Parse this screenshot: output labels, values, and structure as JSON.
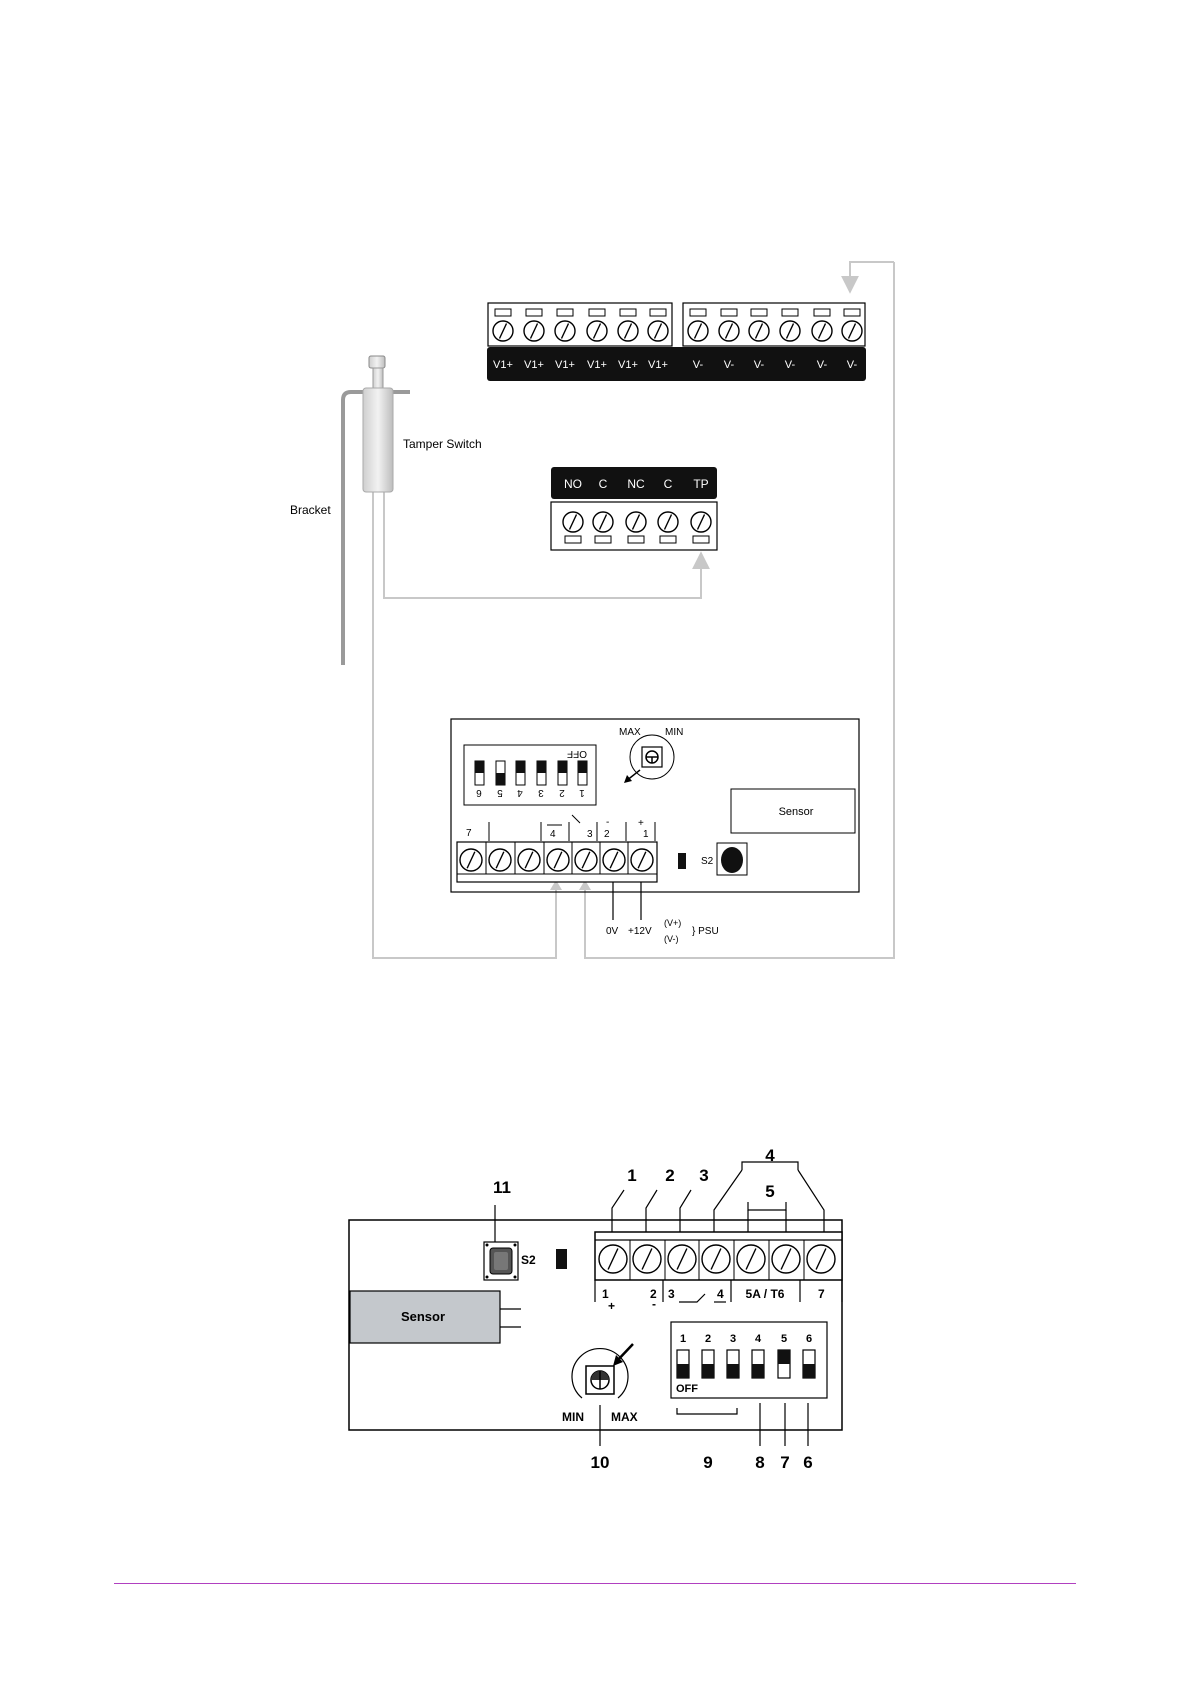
{
  "top_diagram": {
    "terminal_strip_v_plus": [
      "V1+",
      "V1+",
      "V1+",
      "V1+",
      "V1+",
      "V1+"
    ],
    "terminal_strip_v_minus": [
      "V-",
      "V-",
      "V-",
      "V-",
      "V-",
      "V-"
    ],
    "tamper_switch_label": "Tamper Switch",
    "bracket_label": "Bracket",
    "relay_terminals": [
      "NO",
      "C",
      "NC",
      "C",
      "TP"
    ],
    "board": {
      "dip_off_label": "OFF",
      "dip_numbers": [
        "6",
        "5",
        "4",
        "3",
        "2",
        "1"
      ],
      "pot_max_label": "MAX",
      "pot_min_label": "MIN",
      "sensor_label": "Sensor",
      "s2_label": "S2",
      "terminal_labels": {
        "t7": "7",
        "t4": "4",
        "t3": "3",
        "t2": "2",
        "t1": "1",
        "minus": "-",
        "plus": "+"
      },
      "psu_labels": {
        "zero_v": "0V",
        "plus_12v": "+12V",
        "v_plus": "(V+)",
        "v_minus": "(V-)",
        "psu": "} PSU"
      }
    }
  },
  "bottom_diagram": {
    "callouts": [
      "1",
      "2",
      "3",
      "4",
      "5",
      "11",
      "10",
      "9",
      "8",
      "7",
      "6"
    ],
    "s2_label": "S2",
    "sensor_label": "Sensor",
    "terminal_labels": {
      "t1": "1",
      "plus": "+",
      "t2": "2",
      "minus": "-",
      "t3": "3",
      "t4": "4",
      "five_a": "5A / T6",
      "t7": "7"
    },
    "dip_numbers": [
      "1",
      "2",
      "3",
      "4",
      "5",
      "6"
    ],
    "dip_off_label": "OFF",
    "pot_min_label": "MIN",
    "pot_max_label": "MAX"
  },
  "colors": {
    "line": "#000000",
    "gray_wire": "#c8c8c8",
    "black_label_bar": "#111111",
    "sensor_fill_bottom": "#c4c8cc",
    "footer_rule": "#b040c0"
  }
}
